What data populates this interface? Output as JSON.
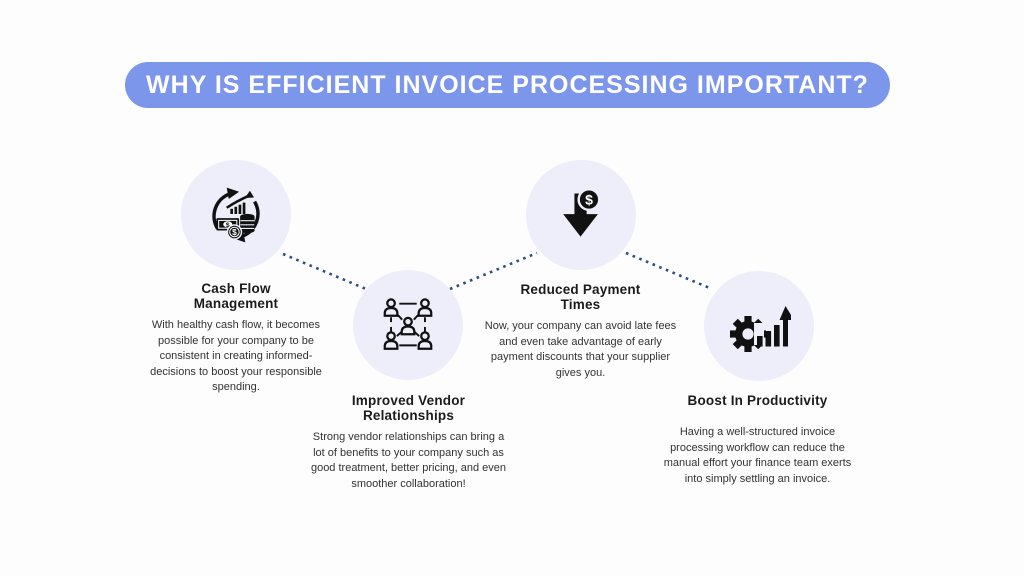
{
  "banner": {
    "title": "WHY IS EFFICIENT INVOICE PROCESSING IMPORTANT?",
    "bg_color": "#7b96eb",
    "text_color": "#ffffff"
  },
  "colors": {
    "page_background": "#fdfdfd",
    "circle_background": "#edeefa",
    "icon_color": "#111111",
    "connector_color": "#2f4d7d",
    "heading_color": "#1b1b1b",
    "body_color": "#333333"
  },
  "steps": [
    {
      "icon": "cash-flow-cycle-icon",
      "title": "Cash Flow\nManagement",
      "body": "With healthy cash flow, it becomes possible for your company to be consistent in creating informed-decisions to boost your responsible spending."
    },
    {
      "icon": "vendor-network-icon",
      "title": "Improved Vendor\nRelationships",
      "body": "Strong vendor relationships can bring a lot of benefits to your company such as good treatment, better pricing, and even smoother collaboration!"
    },
    {
      "icon": "payment-down-arrow-icon",
      "title": "Reduced Payment\nTimes",
      "body": "Now, your company can avoid late fees and even take advantage of early payment discounts that your supplier gives you."
    },
    {
      "icon": "productivity-gear-icon",
      "title": "Boost In Productivity",
      "body": "Having a well-structured invoice processing workflow can reduce the manual effort your finance team exerts into simply settling an invoice."
    }
  ]
}
